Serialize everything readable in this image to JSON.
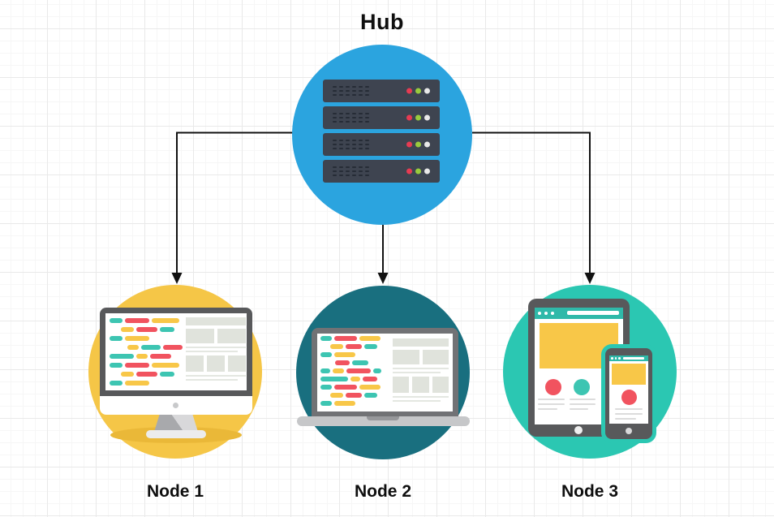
{
  "hub": {
    "label": "Hub",
    "icon": "server-rack-icon",
    "color": "#2BA4DF",
    "servers": {
      "unit_count": 4,
      "unit_color": "#3E4450",
      "dash_rows": 3,
      "dash_cols": 6,
      "led_colors": [
        "#E73B52",
        "#99CB3D",
        "#E9E9E9"
      ]
    }
  },
  "nodes": [
    {
      "label": "Node 1",
      "icon": "desktop-monitor-icon",
      "color": "#F5C647"
    },
    {
      "label": "Node 2",
      "icon": "laptop-icon",
      "color": "#196F7F"
    },
    {
      "label": "Node 3",
      "icon": "tablet-smartphone-icon",
      "color": "#2BC7B2"
    }
  ],
  "connections": [
    {
      "from": "Hub",
      "to": "Node 1"
    },
    {
      "from": "Hub",
      "to": "Node 2"
    },
    {
      "from": "Hub",
      "to": "Node 3"
    }
  ],
  "colors": {
    "arrow": "#111111",
    "device_frame_dark": "#58595B",
    "laptop_frame": "#717275",
    "laptop_base": "#C6C7C9",
    "wireframe_gray": "#E0E3DC",
    "monitor_shadow": "#EAB838",
    "tablet_header_teal": "#2FB9A9",
    "grid_minor": "#F6F6F6",
    "grid_major": "#E9E9E9"
  },
  "illustrations": {
    "code_palette": {
      "teal": "#3DC5B2",
      "red": "#F1535F",
      "yellow": "#F8C748"
    },
    "wireframe_panel": {
      "rows": [
        "bar",
        "two-blocks",
        "lines",
        "three-blocks",
        "lines"
      ]
    },
    "monitor_code_rows": [
      {
        "indent": 0,
        "segs": [
          {
            "c": "teal",
            "w": 16
          },
          {
            "c": "red",
            "w": 30
          },
          {
            "c": "yellow",
            "w": 34
          }
        ]
      },
      {
        "indent": 14,
        "segs": [
          {
            "c": "yellow",
            "w": 16
          },
          {
            "c": "red",
            "w": 26
          },
          {
            "c": "teal",
            "w": 18
          }
        ]
      },
      {
        "indent": 0,
        "segs": [
          {
            "c": "teal",
            "w": 16
          },
          {
            "c": "yellow",
            "w": 30
          }
        ]
      },
      {
        "indent": 22,
        "segs": [
          {
            "c": "yellow",
            "w": 14
          },
          {
            "c": "teal",
            "w": 24
          },
          {
            "c": "red",
            "w": 24
          }
        ]
      },
      {
        "indent": 0,
        "segs": [
          {
            "c": "teal",
            "w": 30
          },
          {
            "c": "yellow",
            "w": 14
          },
          {
            "c": "red",
            "w": 26
          }
        ]
      },
      {
        "indent": 0,
        "segs": [
          {
            "c": "teal",
            "w": 16
          },
          {
            "c": "red",
            "w": 30
          },
          {
            "c": "yellow",
            "w": 34
          }
        ]
      },
      {
        "indent": 14,
        "segs": [
          {
            "c": "yellow",
            "w": 16
          },
          {
            "c": "red",
            "w": 26
          },
          {
            "c": "teal",
            "w": 18
          }
        ]
      },
      {
        "indent": 0,
        "segs": [
          {
            "c": "teal",
            "w": 16
          },
          {
            "c": "yellow",
            "w": 30
          }
        ]
      }
    ],
    "laptop_code_rows": [
      {
        "indent": 0,
        "segs": [
          {
            "c": "teal",
            "w": 14
          },
          {
            "c": "red",
            "w": 28
          },
          {
            "c": "yellow",
            "w": 26
          }
        ]
      },
      {
        "indent": 12,
        "segs": [
          {
            "c": "yellow",
            "w": 16
          },
          {
            "c": "red",
            "w": 20
          },
          {
            "c": "teal",
            "w": 16
          }
        ]
      },
      {
        "indent": 0,
        "segs": [
          {
            "c": "teal",
            "w": 14
          },
          {
            "c": "yellow",
            "w": 26
          }
        ]
      },
      {
        "indent": 18,
        "segs": [
          {
            "c": "red",
            "w": 18
          },
          {
            "c": "teal",
            "w": 20
          }
        ]
      },
      {
        "indent": 0,
        "segs": [
          {
            "c": "teal",
            "w": 12
          },
          {
            "c": "yellow",
            "w": 14
          },
          {
            "c": "red",
            "w": 30
          },
          {
            "c": "teal",
            "w": 10
          }
        ]
      },
      {
        "indent": 0,
        "segs": [
          {
            "c": "teal",
            "w": 34
          },
          {
            "c": "yellow",
            "w": 12
          },
          {
            "c": "red",
            "w": 18
          }
        ]
      },
      {
        "indent": 0,
        "segs": [
          {
            "c": "teal",
            "w": 14
          },
          {
            "c": "red",
            "w": 28
          },
          {
            "c": "yellow",
            "w": 26
          }
        ]
      },
      {
        "indent": 12,
        "segs": [
          {
            "c": "yellow",
            "w": 16
          },
          {
            "c": "red",
            "w": 20
          },
          {
            "c": "teal",
            "w": 16
          }
        ]
      },
      {
        "indent": 0,
        "segs": [
          {
            "c": "teal",
            "w": 14
          },
          {
            "c": "yellow",
            "w": 26
          }
        ]
      }
    ]
  }
}
